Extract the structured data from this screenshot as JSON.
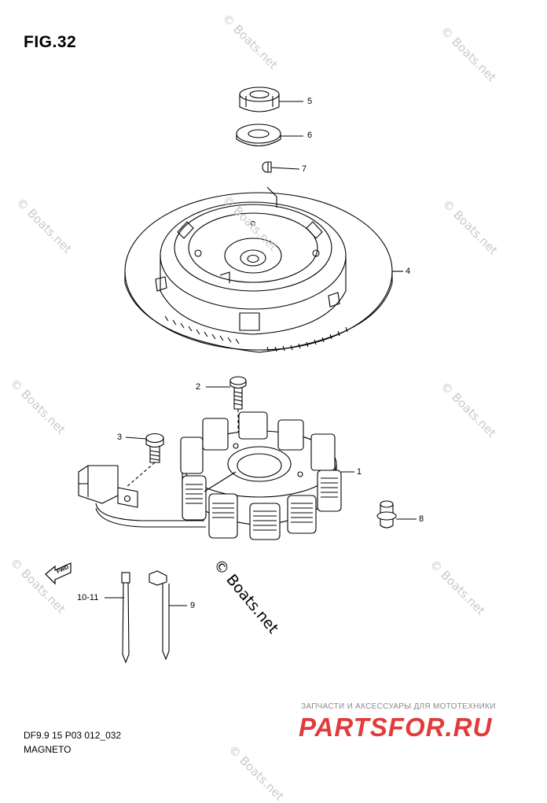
{
  "figure": {
    "title": "FIG.32",
    "code": "DF9.9 15 P03 012_032",
    "section": "MAGNETO"
  },
  "callouts": [
    {
      "id": "5",
      "label": "5"
    },
    {
      "id": "6",
      "label": "6"
    },
    {
      "id": "7",
      "label": "7"
    },
    {
      "id": "4",
      "label": "4"
    },
    {
      "id": "2",
      "label": "2"
    },
    {
      "id": "3",
      "label": "3"
    },
    {
      "id": "1",
      "label": "1"
    },
    {
      "id": "8",
      "label": "8"
    },
    {
      "id": "10-11",
      "label": "10-11"
    },
    {
      "id": "9",
      "label": "9"
    }
  ],
  "watermark": {
    "text": "© Boats.net",
    "center_text": "© Boats.net"
  },
  "fwd_mark": {
    "label": "FWD"
  },
  "shop": {
    "tagline": "ЗАПЧАСТИ И АКСЕССУАРЫ ДЛЯ МОТОТЕХНИКИ",
    "logo": "PARTSFOR.RU"
  }
}
